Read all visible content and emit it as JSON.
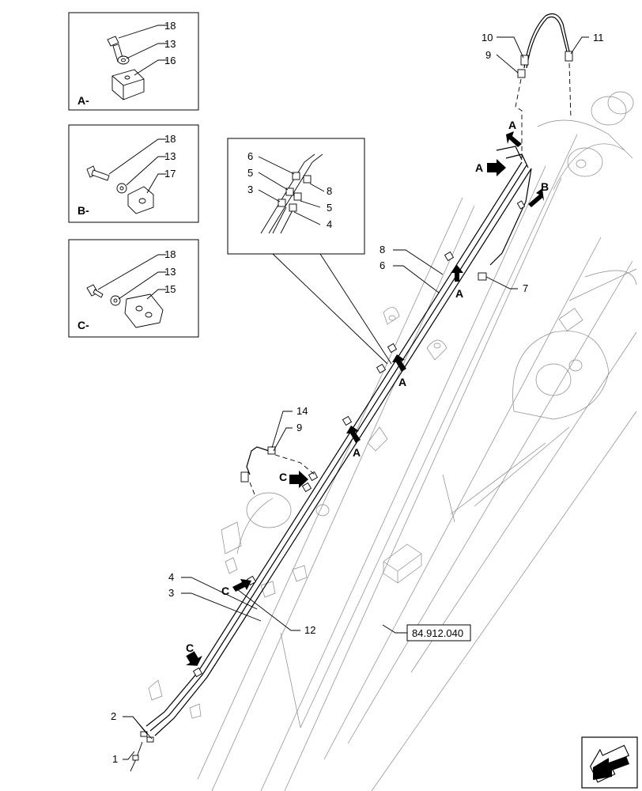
{
  "inset_a": {
    "label": "A-",
    "callouts": [
      "18",
      "13",
      "16"
    ]
  },
  "inset_b": {
    "label": "B-",
    "callouts": [
      "18",
      "13",
      "17"
    ]
  },
  "inset_c": {
    "label": "C-",
    "callouts": [
      "18",
      "13",
      "15"
    ]
  },
  "detail": {
    "callouts": [
      "6",
      "5",
      "3",
      "8",
      "5",
      "4"
    ]
  },
  "callouts": {
    "c10": "10",
    "c9_top": "9",
    "c11": "11",
    "c8": "8",
    "c6": "6",
    "c7": "7",
    "c14": "14",
    "c9_mid": "9",
    "c4": "4",
    "c3": "3",
    "c12": "12",
    "c2": "2",
    "c1": "1"
  },
  "arrows": {
    "a1": "A",
    "a2": "A",
    "b1": "B",
    "a3": "A",
    "a4": "A",
    "a5": "A",
    "c1": "C",
    "c2": "C",
    "c3": "C"
  },
  "reference": "84.912.040"
}
